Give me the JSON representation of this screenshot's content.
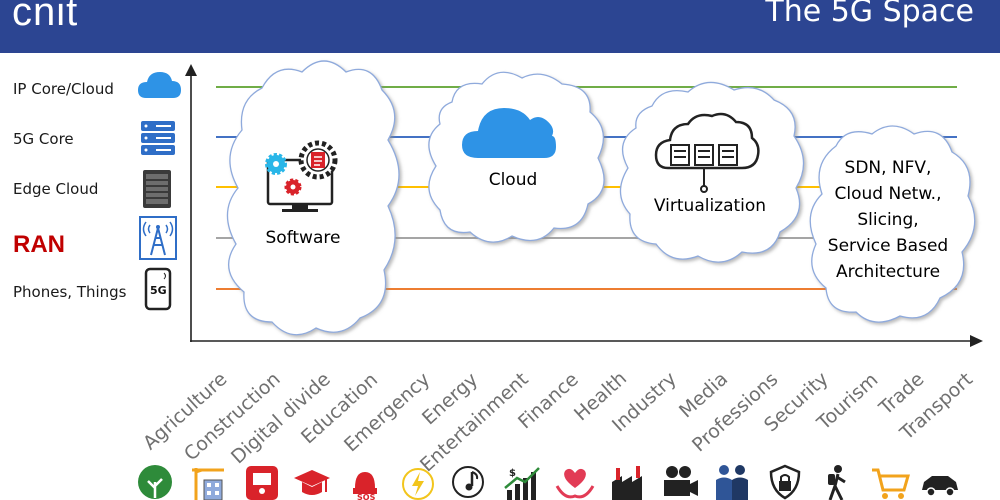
{
  "header": {
    "logo": "cnit",
    "title": "The 5G Space",
    "background_color": "#2c4592"
  },
  "layers": [
    {
      "label": "IP Core/Cloud",
      "icon": "cloud-icon",
      "line_color": "#70ad47"
    },
    {
      "label": "5G Core",
      "icon": "server-rack-icon",
      "line_color": "#4472c4"
    },
    {
      "label": "Edge Cloud",
      "icon": "server-cabinet-icon",
      "line_color": "#ffc000"
    },
    {
      "label": "RAN",
      "icon": "antenna-tower-icon",
      "line_color": "#a5a5a5",
      "label_color": "#c00000"
    },
    {
      "label": "Phones, Things",
      "icon": "5g-phone-icon",
      "line_color": "#ed7d31"
    }
  ],
  "clouds": [
    {
      "label": "Software",
      "icon": "software-gears-icon"
    },
    {
      "label": "Cloud",
      "icon": "blue-cloud-icon"
    },
    {
      "label": "Virtualization",
      "icon": "server-cloud-icon"
    },
    {
      "label": "SDN, NFV,\nCloud Netw.,\nSlicing,\nService Based\nArchitecture"
    }
  ],
  "sectors": [
    {
      "label": "Agriculture",
      "icon": "tree-icon"
    },
    {
      "label": "Construction",
      "icon": "crane-building-icon"
    },
    {
      "label": "Digital divide",
      "icon": "computer-user-icon"
    },
    {
      "label": "Education",
      "icon": "graduation-cap-icon"
    },
    {
      "label": "Emergency",
      "icon": "sos-alarm-icon"
    },
    {
      "label": "Energy",
      "icon": "lightning-icon"
    },
    {
      "label": "Entertainment",
      "icon": "music-note-icon"
    },
    {
      "label": "Finance",
      "icon": "growth-chart-icon"
    },
    {
      "label": "Health",
      "icon": "heart-hands-icon"
    },
    {
      "label": "Industry",
      "icon": "factory-icon"
    },
    {
      "label": "Media",
      "icon": "video-camera-icon"
    },
    {
      "label": "Professions",
      "icon": "professionals-icon"
    },
    {
      "label": "Security",
      "icon": "shield-lock-icon"
    },
    {
      "label": "Tourism",
      "icon": "hiker-icon"
    },
    {
      "label": "Trade",
      "icon": "shopping-cart-icon"
    },
    {
      "label": "Transport",
      "icon": "car-icon"
    }
  ]
}
